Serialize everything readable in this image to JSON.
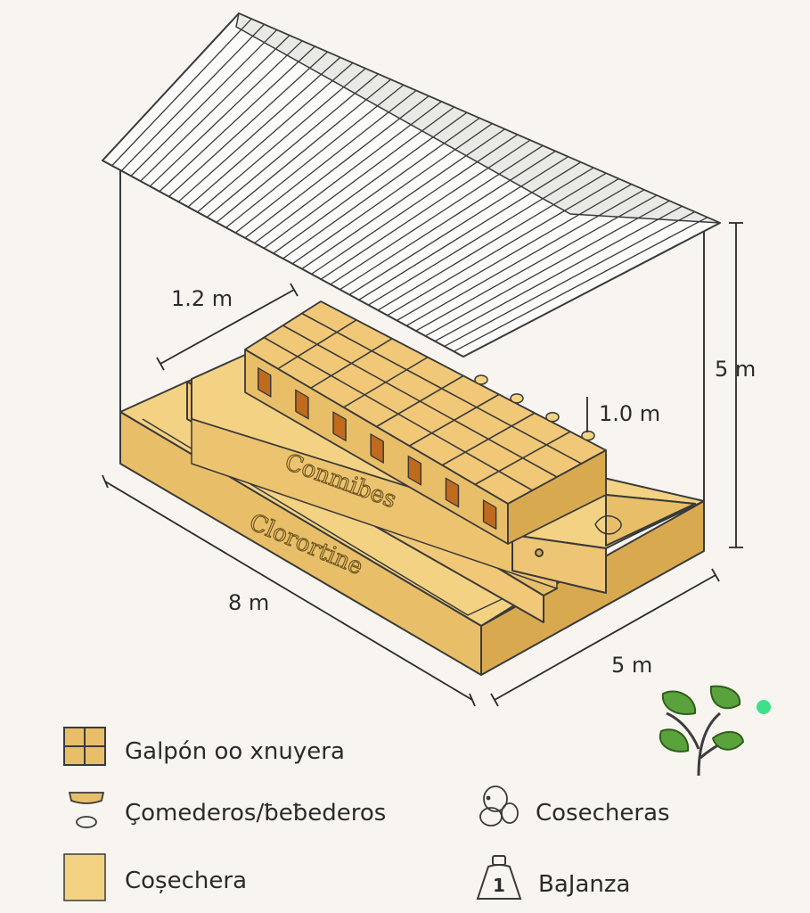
{
  "dimensions": {
    "depth": "1.2 m",
    "height": "5 m",
    "inner_height": "1.0 m",
    "length": "8 m",
    "width": "5 m"
  },
  "labels": {
    "inner_trough": "Conmibes",
    "outer_trough": "Clorortine"
  },
  "legend": [
    {
      "icon": "grid-square-icon",
      "label": "Galpón oo xnuyera"
    },
    {
      "icon": "feeder-icon",
      "label": "Ҫomederos/ƀeƀederos"
    },
    {
      "icon": "plain-square-icon",
      "label": "Coșechera"
    },
    {
      "icon": "egg-cluster-icon",
      "label": "Cosecheras"
    },
    {
      "icon": "scale-icon",
      "label": "BaJanza",
      "badge": "1"
    }
  ],
  "colors": {
    "wood_light": "#f3d283",
    "wood_mid": "#e8bf68",
    "wood_dark": "#d9a94f",
    "outline": "#3a3a3a",
    "plant": "#5aa33c",
    "dot": "#3ee08a"
  }
}
